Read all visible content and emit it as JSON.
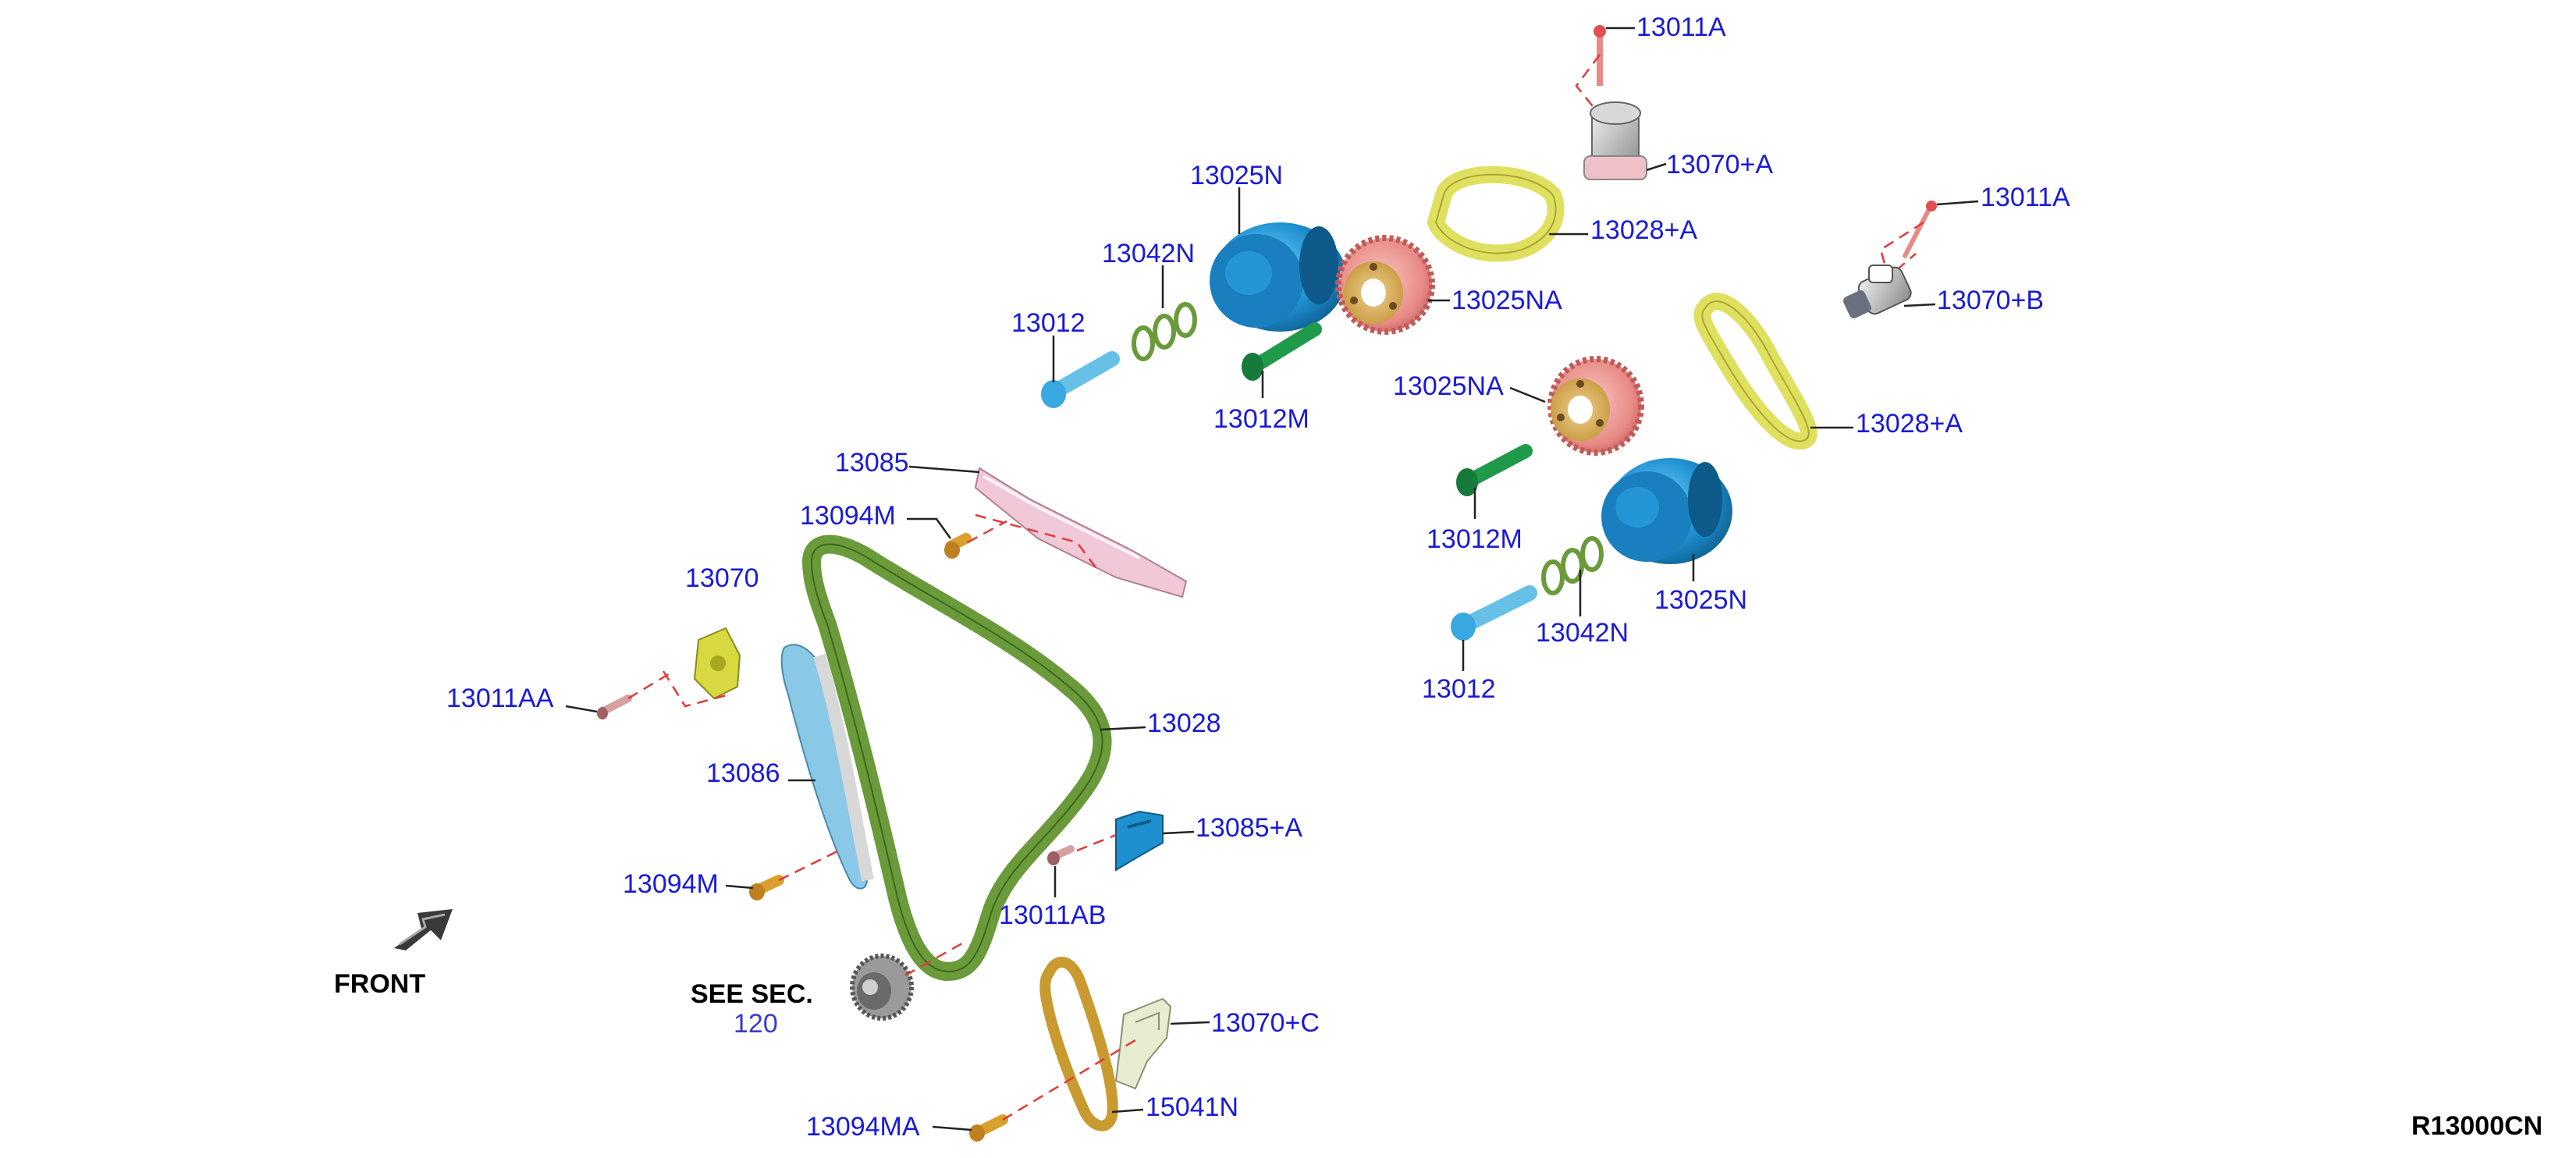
{
  "labels": {
    "p13011A_top": "13011A",
    "p13070A": "13070+A",
    "p13025N_top": "13025N",
    "p13028A_top": "13028+A",
    "p13011A_right": "13011A",
    "p13042N_top": "13042N",
    "p13025NA_top": "13025NA",
    "p13070B": "13070+B",
    "p13012_top": "13012",
    "p13012M_top": "13012M",
    "p13025NA_mid": "13025NA",
    "p13028A_right": "13028+A",
    "p13085": "13085",
    "p13094M_top": "13094M",
    "p13012M_mid": "13012M",
    "p13070": "13070",
    "p13042N_mid": "13042N",
    "p13025N_mid": "13025N",
    "p13012_mid": "13012",
    "p13011AA": "13011AA",
    "p13028": "13028",
    "p13086": "13086",
    "p13085A": "13085+A",
    "p13094M_bottom": "13094M",
    "p13011AB": "13011AB",
    "front": "FRONT",
    "see_sec": "SEE SEC.",
    "see_sec_num": "120",
    "p13070C": "13070+C",
    "p13094MA": "13094MA",
    "p15041N": "15041N",
    "drawing_id": "R13000CN"
  },
  "colors": {
    "label_blue": "#1a1ad6",
    "sprocket_blue": "#1e8fcf",
    "gear_pink": "#e88a86",
    "chain_green": "#6a9a3a",
    "ring_yellow": "#e0e060",
    "bolt_green": "#1f9a4a",
    "guide_pink": "#f0c8d8",
    "tensioner_yellow": "#d8d840",
    "bolt_orange": "#d9a030",
    "guide_blue": "#8ac8e8",
    "dash_red": "#e23a3a"
  }
}
